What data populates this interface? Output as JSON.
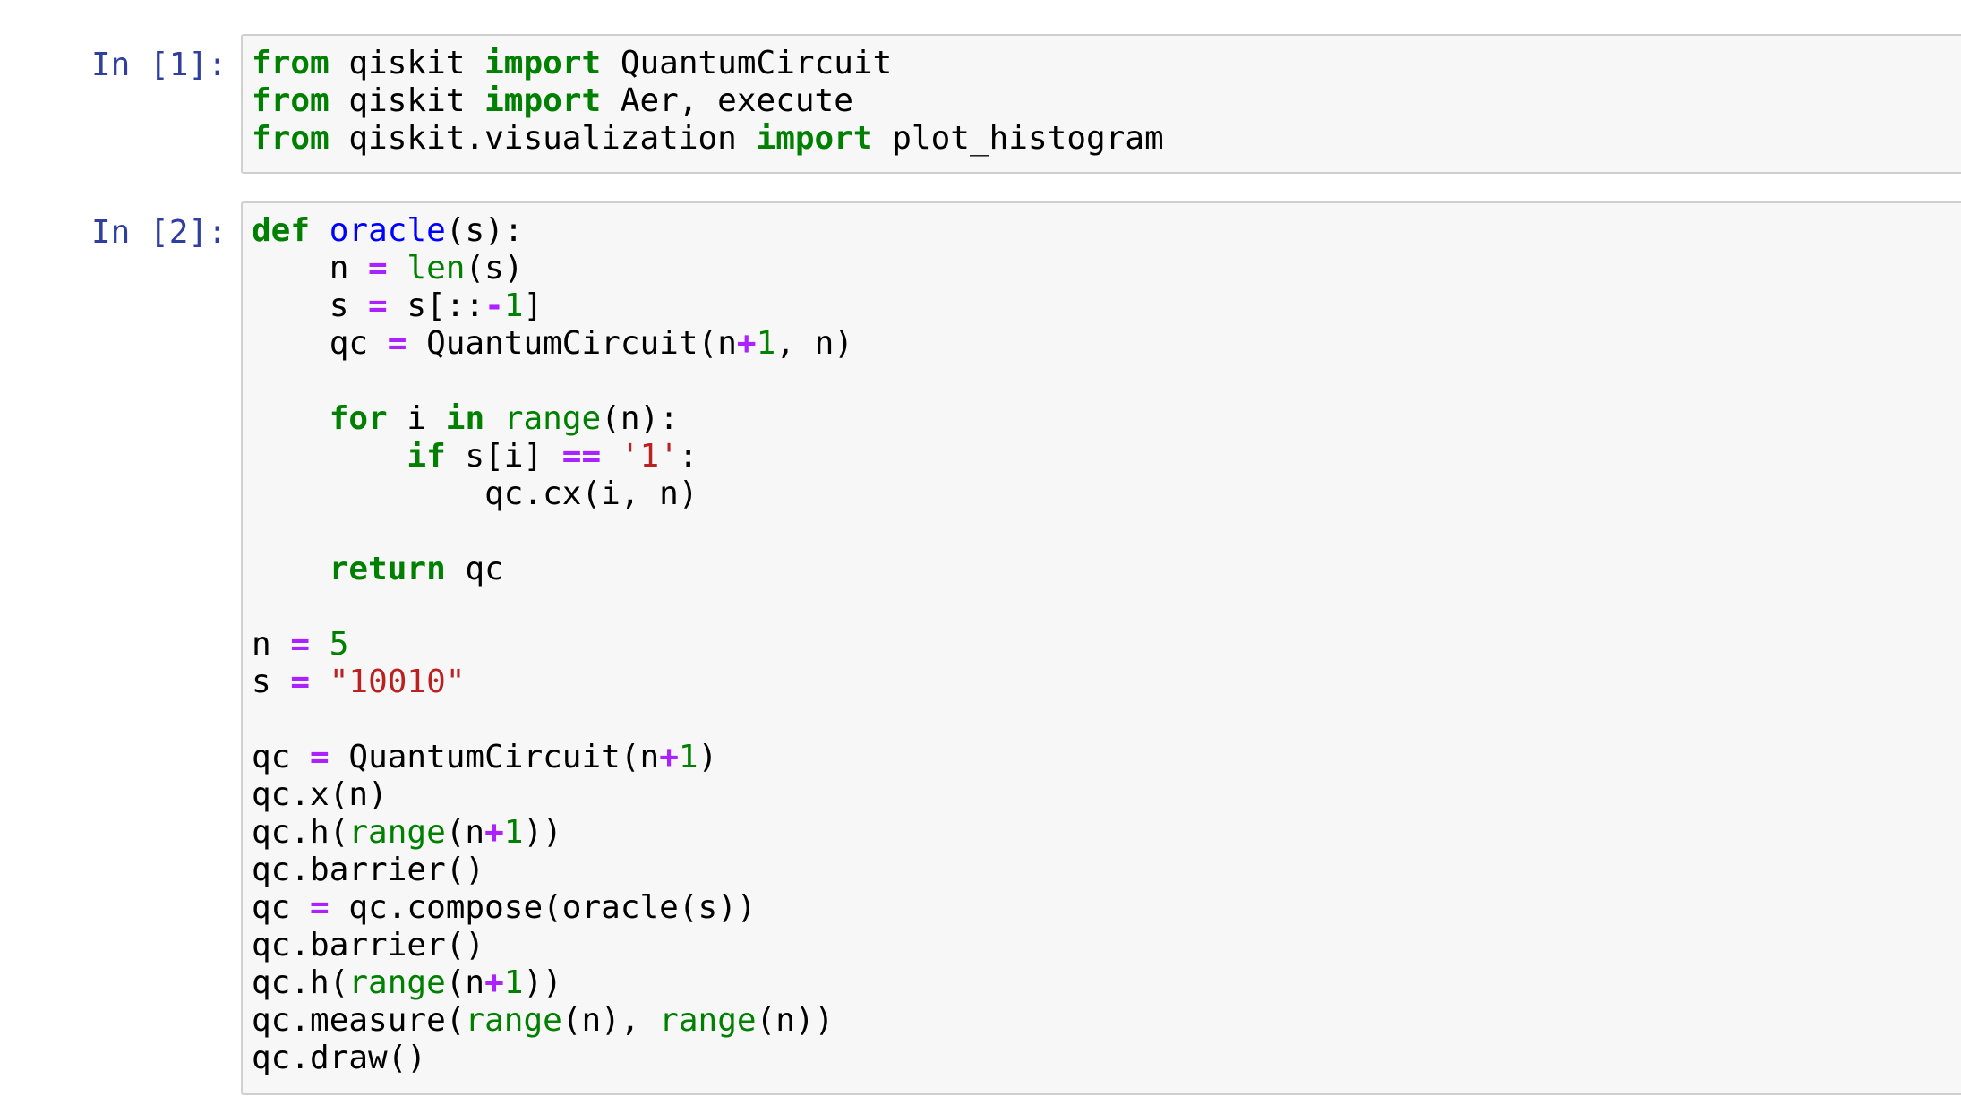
{
  "colors": {
    "prompt": "#303f9f",
    "keyword": "#008000",
    "operator": "#aa22ff",
    "string": "#ba2121",
    "function": "#0000ff",
    "cell_bg": "#f7f7f7",
    "cell_border": "#cfcfcf"
  },
  "cells": [
    {
      "prompt": "In [1]:",
      "lines": [
        [
          [
            "from",
            "kw"
          ],
          [
            " qiskit ",
            ""
          ],
          [
            "import",
            "kw"
          ],
          [
            " QuantumCircuit",
            ""
          ]
        ],
        [
          [
            "from",
            "kw"
          ],
          [
            " qiskit ",
            ""
          ],
          [
            "import",
            "kw"
          ],
          [
            " Aer, execute",
            ""
          ]
        ],
        [
          [
            "from",
            "kw"
          ],
          [
            " qiskit.visualization ",
            ""
          ],
          [
            "import",
            "kw"
          ],
          [
            " plot_histogram",
            ""
          ]
        ]
      ]
    },
    {
      "prompt": "In [2]:",
      "lines": [
        [
          [
            "def",
            "kw"
          ],
          [
            " ",
            ""
          ],
          [
            "oracle",
            "fn"
          ],
          [
            "(s):",
            ""
          ]
        ],
        [
          [
            "    n ",
            ""
          ],
          [
            "=",
            "op"
          ],
          [
            " ",
            ""
          ],
          [
            "len",
            "nb"
          ],
          [
            "(s)",
            ""
          ]
        ],
        [
          [
            "    s ",
            ""
          ],
          [
            "=",
            "op"
          ],
          [
            " s[::",
            ""
          ],
          [
            "-",
            "op"
          ],
          [
            "1",
            "num"
          ],
          [
            "]",
            ""
          ]
        ],
        [
          [
            "    qc ",
            ""
          ],
          [
            "=",
            "op"
          ],
          [
            " QuantumCircuit(n",
            ""
          ],
          [
            "+",
            "op"
          ],
          [
            "1",
            "num"
          ],
          [
            ", n)",
            ""
          ]
        ],
        [],
        [
          [
            "    ",
            ""
          ],
          [
            "for",
            "kw"
          ],
          [
            " i ",
            ""
          ],
          [
            "in",
            "kw"
          ],
          [
            " ",
            ""
          ],
          [
            "range",
            "nb"
          ],
          [
            "(n):",
            ""
          ]
        ],
        [
          [
            "        ",
            ""
          ],
          [
            "if",
            "kw"
          ],
          [
            " s[i] ",
            ""
          ],
          [
            "==",
            "op"
          ],
          [
            " ",
            ""
          ],
          [
            "'1'",
            "str"
          ],
          [
            ":",
            ""
          ]
        ],
        [
          [
            "            qc.cx(i, n)",
            ""
          ]
        ],
        [],
        [
          [
            "    ",
            ""
          ],
          [
            "return",
            "kw"
          ],
          [
            " qc",
            ""
          ]
        ],
        [],
        [
          [
            "n ",
            ""
          ],
          [
            "=",
            "op"
          ],
          [
            " ",
            ""
          ],
          [
            "5",
            "num"
          ]
        ],
        [
          [
            "s ",
            ""
          ],
          [
            "=",
            "op"
          ],
          [
            " ",
            ""
          ],
          [
            "\"10010\"",
            "str"
          ]
        ],
        [],
        [
          [
            "qc ",
            ""
          ],
          [
            "=",
            "op"
          ],
          [
            " QuantumCircuit(n",
            ""
          ],
          [
            "+",
            "op"
          ],
          [
            "1",
            "num"
          ],
          [
            ")",
            ""
          ]
        ],
        [
          [
            "qc.x(n)",
            ""
          ]
        ],
        [
          [
            "qc.h(",
            ""
          ],
          [
            "range",
            "nb"
          ],
          [
            "(n",
            ""
          ],
          [
            "+",
            "op"
          ],
          [
            "1",
            "num"
          ],
          [
            "))",
            ""
          ]
        ],
        [
          [
            "qc.barrier()",
            ""
          ]
        ],
        [
          [
            "qc ",
            ""
          ],
          [
            "=",
            "op"
          ],
          [
            " qc.compose(oracle(s))",
            ""
          ]
        ],
        [
          [
            "qc.barrier()",
            ""
          ]
        ],
        [
          [
            "qc.h(",
            ""
          ],
          [
            "range",
            "nb"
          ],
          [
            "(n",
            ""
          ],
          [
            "+",
            "op"
          ],
          [
            "1",
            "num"
          ],
          [
            "))",
            ""
          ]
        ],
        [
          [
            "qc.measure(",
            ""
          ],
          [
            "range",
            "nb"
          ],
          [
            "(n), ",
            ""
          ],
          [
            "range",
            "nb"
          ],
          [
            "(n))",
            ""
          ]
        ],
        [
          [
            "qc.draw()",
            ""
          ]
        ]
      ]
    }
  ]
}
